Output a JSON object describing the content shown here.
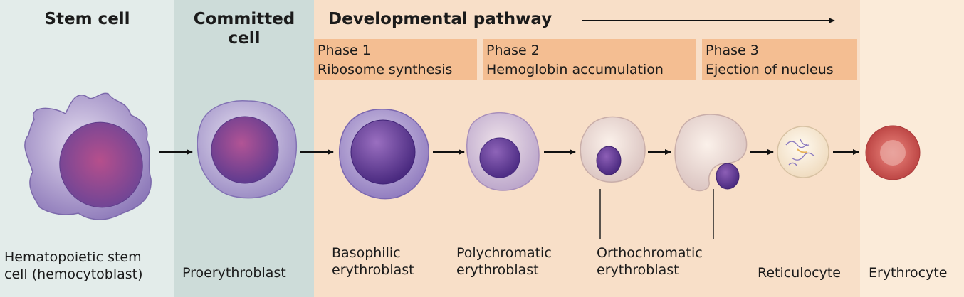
{
  "headers": {
    "stem": "Stem cell",
    "committed_line1": "Committed",
    "committed_line2": "cell",
    "developmental": "Developmental pathway"
  },
  "phases": [
    {
      "title": "Phase 1",
      "desc": "Ribosome synthesis"
    },
    {
      "title": "Phase 2",
      "desc": "Hemoglobin accumulation"
    },
    {
      "title": "Phase 3",
      "desc": "Ejection of nucleus"
    }
  ],
  "cells": [
    {
      "line1": "Hematopoietic stem",
      "line2": "cell (hemocytoblast)"
    },
    {
      "line1": "Proerythroblast",
      "line2": ""
    },
    {
      "line1": "Basophilic",
      "line2": "erythroblast"
    },
    {
      "line1": "Polychromatic",
      "line2": "erythroblast"
    },
    {
      "line1": "Orthochromatic",
      "line2": "erythroblast"
    },
    {
      "line1": "Reticulocyte",
      "line2": ""
    },
    {
      "line1": "Erythrocyte",
      "line2": ""
    }
  ],
  "colors": {
    "stem_bg": "#e3ecea",
    "committed_bg": "#cddcd9",
    "developmental_bg": "#f8dfc8",
    "erythrocyte_bg": "#fbebd9",
    "phase_box": "#f4be92"
  }
}
